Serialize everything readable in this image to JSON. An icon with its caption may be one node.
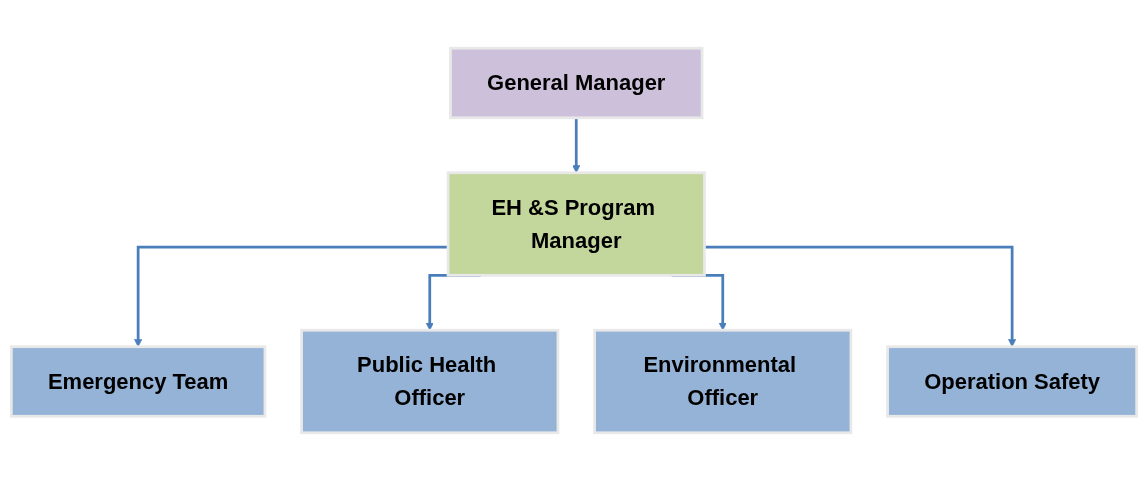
{
  "diagram": {
    "nodes": [
      {
        "text": [
          "General Manager"
        ]
      },
      {
        "text": [
          "EH &S Program Manager"
        ]
      },
      {
        "text": [
          "Emergency Team"
        ]
      },
      {
        "text": [
          "Public Health Officer"
        ]
      },
      {
        "text": [
          "Environmental Officer"
        ]
      },
      {
        "text": [
          "Operation Safety"
        ]
      }
    ],
    "edges": [
      {
        "from": 0,
        "to": 1,
        "arrow": "to"
      },
      {
        "from": 1,
        "to": 2,
        "arrow": "to"
      },
      {
        "from": 1,
        "to": 3,
        "arrow": "to"
      },
      {
        "from": 1,
        "to": 4,
        "arrow": "to"
      },
      {
        "from": 1,
        "to": 5,
        "arrow": "to"
      }
    ]
  }
}
